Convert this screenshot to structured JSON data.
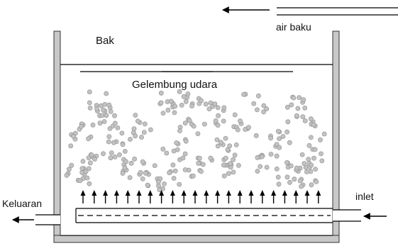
{
  "labels": {
    "tank": "Bak",
    "bubbles": "Gelembung udara",
    "raw_water": "air baku",
    "outlet": "Keluaran",
    "inlet": "inlet"
  },
  "colors": {
    "wall_fill": "#c8c8c8",
    "wall_stroke": "#333333",
    "bubble_fill": "#c2c2c2",
    "bubble_stroke": "#8e8e8e",
    "line": "#000000"
  }
}
